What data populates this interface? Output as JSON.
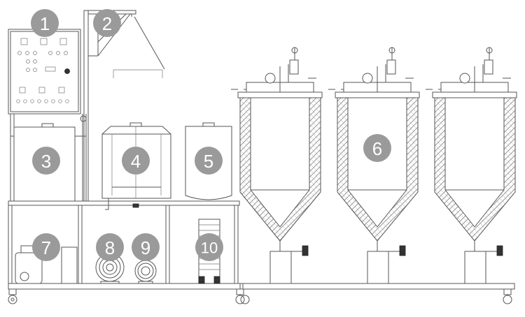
{
  "colors": {
    "line": "#555555",
    "badge_fill": "#9a9a9a",
    "badge_text": "#ffffff",
    "insulation_hatch": "#888888",
    "background": "#ffffff"
  },
  "callouts": [
    {
      "number": "1"
    },
    {
      "number": "2"
    },
    {
      "number": "3"
    },
    {
      "number": "4"
    },
    {
      "number": "5"
    },
    {
      "number": "6"
    },
    {
      "number": "7"
    },
    {
      "number": "8"
    },
    {
      "number": "9"
    },
    {
      "number": "10"
    }
  ]
}
